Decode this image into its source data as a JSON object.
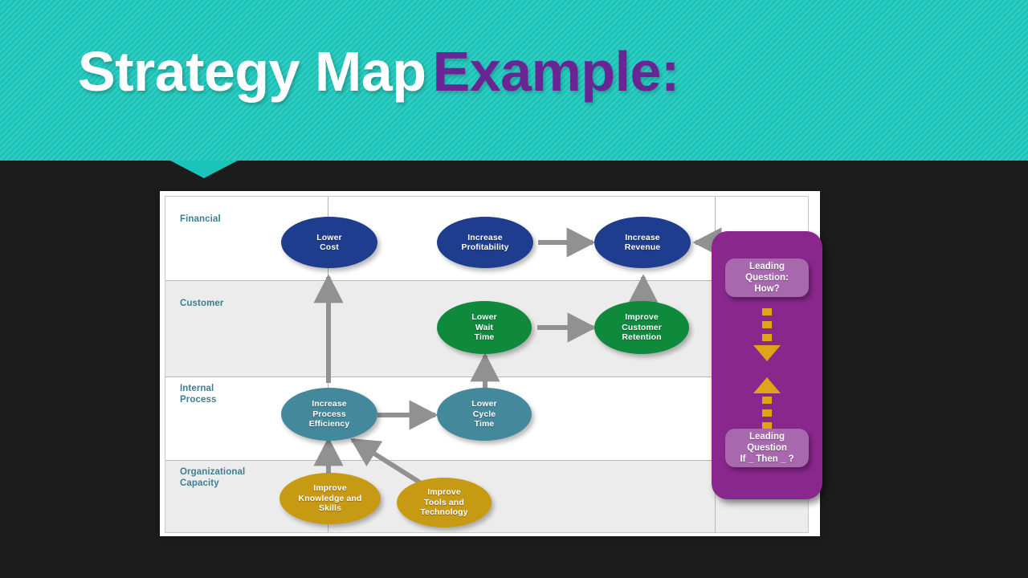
{
  "slide": {
    "background_color": "#1c1c1c"
  },
  "header": {
    "title_main": "Strategy Map",
    "title_accent": "Example:",
    "banner_color": "#1bc4b8",
    "accent_color": "#6a2595"
  },
  "diagram": {
    "perspectives": [
      {
        "label": "Financial",
        "color": "#3c7f90",
        "band_fill": "#ffffff"
      },
      {
        "label": "Customer",
        "color": "#3c7f90",
        "band_fill": "#ececec"
      },
      {
        "label": "Internal\nProcess",
        "color": "#3c7f90",
        "band_fill": "#ffffff"
      },
      {
        "label": "Organizational\nCapacity",
        "color": "#3c7f90",
        "band_fill": "#ececec"
      }
    ],
    "nodes": [
      {
        "id": "lower-cost",
        "label": "Lower\nCost",
        "perspective": "Financial",
        "color": "#1f3d8f"
      },
      {
        "id": "increase-profit",
        "label": "Increase\nProfitability",
        "perspective": "Financial",
        "color": "#1f3d8f"
      },
      {
        "id": "increase-revenue",
        "label": "Increase\nRevenue",
        "perspective": "Financial",
        "color": "#1f3d8f"
      },
      {
        "id": "lower-wait-time",
        "label": "Lower\nWait\nTime",
        "perspective": "Customer",
        "color": "#0f8a3c"
      },
      {
        "id": "improve-retention",
        "label": "Improve\nCustomer\nRetention",
        "perspective": "Customer",
        "color": "#0f8a3c"
      },
      {
        "id": "increase-efficiency",
        "label": "Increase\nProcess\nEfficiency",
        "perspective": "Internal Process",
        "color": "#44899b"
      },
      {
        "id": "lower-cycle-time",
        "label": "Lower\nCycle\nTime",
        "perspective": "Internal Process",
        "color": "#44899b"
      },
      {
        "id": "improve-knowledge",
        "label": "Improve\nKnowledge and\nSkills",
        "perspective": "Organizational Capacity",
        "color": "#c79a14"
      },
      {
        "id": "improve-tools",
        "label": "Improve\nTools and\nTechnology",
        "perspective": "Organizational Capacity",
        "color": "#c79a14"
      }
    ],
    "connections": [
      {
        "from": "lower-cost",
        "to": "increase-profit"
      },
      {
        "from": "increase-revenue",
        "to": "increase-profit"
      },
      {
        "from": "lower-wait-time",
        "to": "improve-retention"
      },
      {
        "from": "improve-retention",
        "to": "increase-revenue"
      },
      {
        "from": "increase-efficiency",
        "to": "lower-cost"
      },
      {
        "from": "increase-efficiency",
        "to": "lower-cycle-time"
      },
      {
        "from": "lower-cycle-time",
        "to": "lower-wait-time"
      },
      {
        "from": "improve-knowledge",
        "to": "increase-efficiency"
      },
      {
        "from": "improve-tools",
        "to": "increase-efficiency"
      }
    ],
    "connector_color": "#919191"
  },
  "leading_questions": {
    "panel_color": "#89278c",
    "box_color": "#a768ae",
    "arrow_color": "#e0a516",
    "top_label": "Leading\nQuestion:\nHow?",
    "bottom_label": "Leading\nQuestion\nIf _ Then _ ?",
    "down_arrow_name": "down-arrow-icon",
    "up_arrow_name": "up-arrow-icon"
  }
}
